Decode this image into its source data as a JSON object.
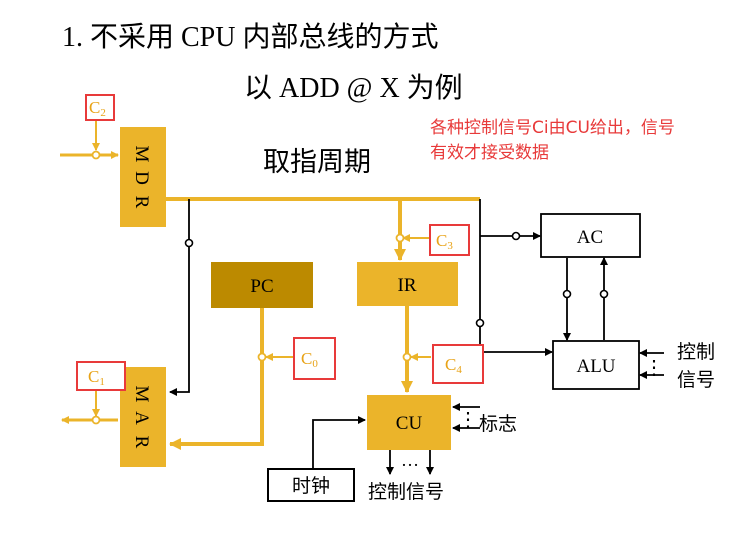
{
  "slide": {
    "heading": "1. 不采用 CPU 内部总线的方式",
    "subheading": "以 ADD @ X   为例",
    "phase": "取指周期",
    "note_line1": "各种控制信号Ci由CU给出，信号",
    "note_line2": "有效才接受数据"
  },
  "blocks": {
    "mdr": [
      "M",
      "D",
      "R"
    ],
    "mar": [
      "M",
      "A",
      "R"
    ],
    "pc": "PC",
    "ir": "IR",
    "cu": "CU",
    "ac": "AC",
    "alu": "ALU",
    "clock": "时钟"
  },
  "signals": {
    "c0_base": "C",
    "c0_sub": "0",
    "c1_base": "C",
    "c1_sub": "1",
    "c2_base": "C",
    "c2_sub": "2",
    "c3_base": "C",
    "c3_sub": "3",
    "c4_base": "C",
    "c4_sub": "4"
  },
  "labels": {
    "flag": "标志",
    "control_signal": "控制信号",
    "alu_ctrl_line1": "控制",
    "alu_ctrl_line2": "信号",
    "ellipsis_h": "…",
    "ellipsis_v": "⋮"
  },
  "colors": {
    "gold": "#EBB42A",
    "pc_dark": "#BC8A00",
    "signal_text": "#E8A317",
    "red": "#E83A3A"
  }
}
